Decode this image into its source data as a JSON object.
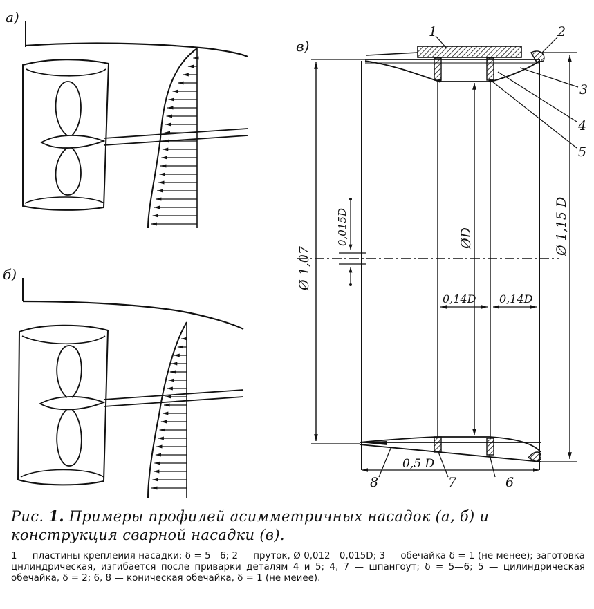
{
  "panels": {
    "a": "а)",
    "b": "б)",
    "c": "в)"
  },
  "labels": {
    "part_1": "1",
    "part_2": "2",
    "part_3": "3",
    "part_4": "4",
    "part_5": "5",
    "part_6": "6",
    "part_7": "7",
    "part_8": "8"
  },
  "dimensions": {
    "dia_107": "Ø 1,07",
    "dia_D": "ØD",
    "dia_115D": "Ø 1,15 D",
    "gap_0015D": "0,015D",
    "left_014D": "0,14D",
    "right_014D": "0,14D",
    "length_05D": "0,5 D"
  },
  "caption": {
    "prefix": "Рис.",
    "number": "1.",
    "text": "Примеры профилей асимметричных насадок (а, б) и конструкция сварной насадки (в)."
  },
  "legend": "1 — пластины креплеиия насадки; δ = 5—6; 2 — пруток, Ø 0,012—0,015D; 3 — обечайка δ = 1 (не менее); заготовка цнлиндрическая, изгибается после приварки деталям 4 и 5; 4, 7 — шпангоут; δ = 5—6; 5 — цилиндрическая обечайка, δ = 2; 6, 8 — коническая обечайка, δ = 1 (не меиее)."
}
